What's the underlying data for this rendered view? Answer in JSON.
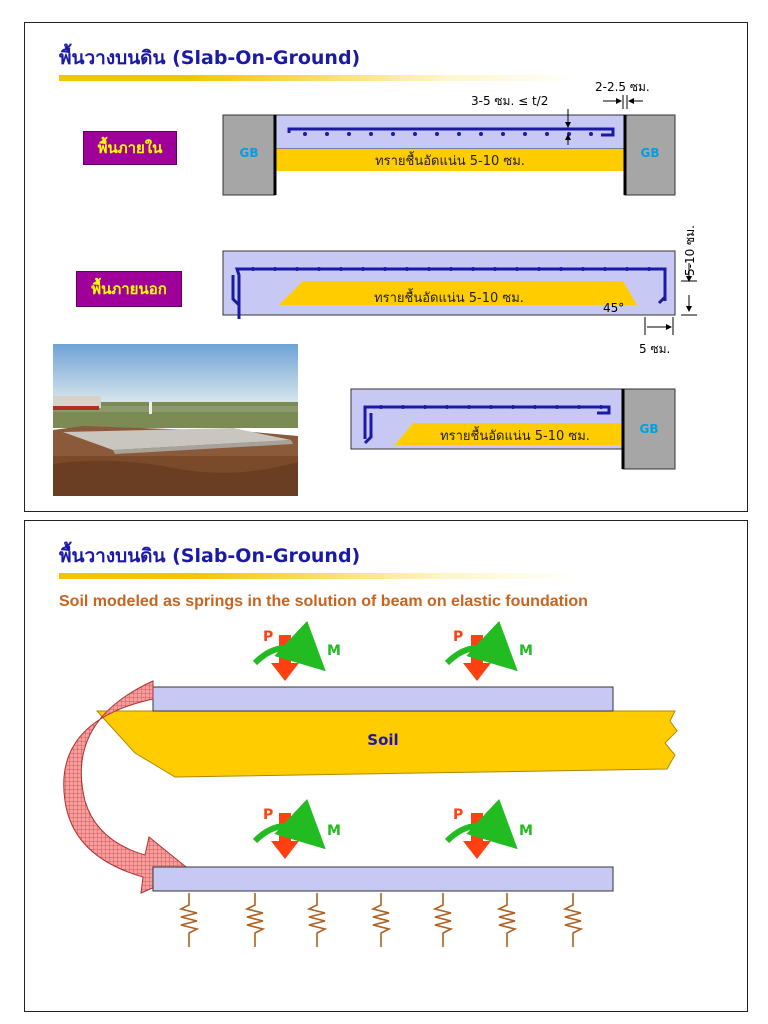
{
  "slide1": {
    "title": "พื้นวางบนดิน (Slab-On-Ground)",
    "label_interior": "พื้นภายใน",
    "label_exterior": "พื้นภายนอก",
    "dim_cover": "3-5 ซม. ≤ t/2",
    "dim_gap": "2-2.5 ซม.",
    "beam_label": "GB",
    "sand_text": "ทรายชื้นอัดแน่น 5-10 ซม.",
    "dim_thickness": "5-10 ซม.",
    "angle": "45°",
    "dim_edge": "5 ซม."
  },
  "slide2": {
    "title": "พื้นวางบนดิน (Slab-On-Ground)",
    "subtitle": "Soil modeled as springs in the solution of beam on elastic foundation",
    "load_p": "P",
    "moment_m": "M",
    "soil_label": "Soil"
  },
  "colors": {
    "title_blue": "#1a1aa6",
    "slab_fill": "#c8c8f5",
    "rebar": "#1a1aa6",
    "sand": "#ffcc00",
    "beam_gray": "#a6a6a6",
    "gb_text": "#00a0e0",
    "label_bg": "#a0009a",
    "label_text": "#ffff00",
    "subtitle_orange": "#c8641e",
    "load_red": "#ff4010",
    "moment_green": "#22bb22",
    "spring": "#b06020"
  }
}
